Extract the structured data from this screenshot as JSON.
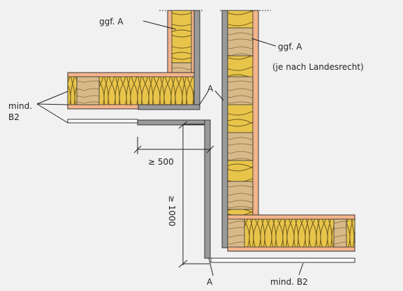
{
  "labels": {
    "top_left": "ggf. A",
    "top_right": "ggf. A",
    "right_note": "(je nach Landesrecht)",
    "left_mind": "mind.",
    "left_b2": "B2",
    "a_upper": "A",
    "a_bottom": "A",
    "bottom_right": "mind. B2",
    "dim_horizontal": "≥ 500",
    "dim_vertical": "≥ 1000"
  },
  "colors": {
    "background": "#f1f1f1",
    "board": "#f4b48c",
    "insulation": "#e8c44a",
    "insulation_line": "#6f5a1e",
    "timber": "#d7b98a",
    "metal": "#9a9a9a",
    "line": "#222222"
  }
}
